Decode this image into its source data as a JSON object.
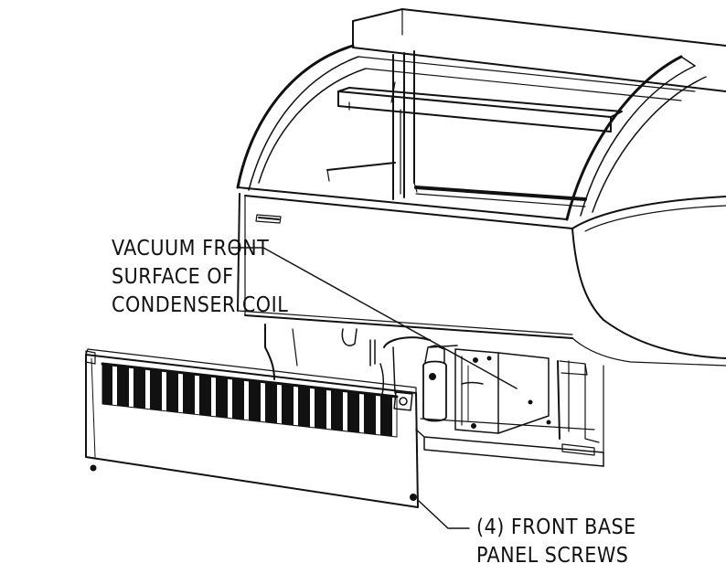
{
  "callouts": {
    "vacuum": {
      "lines": [
        "VACUUM FRONT",
        "SURFACE OF",
        "CONDENSER COIL"
      ]
    },
    "screws": {
      "lines": [
        "(4) FRONT BASE",
        "PANEL SCREWS"
      ]
    }
  },
  "style": {
    "line_color": "#111111",
    "background": "#ffffff"
  }
}
